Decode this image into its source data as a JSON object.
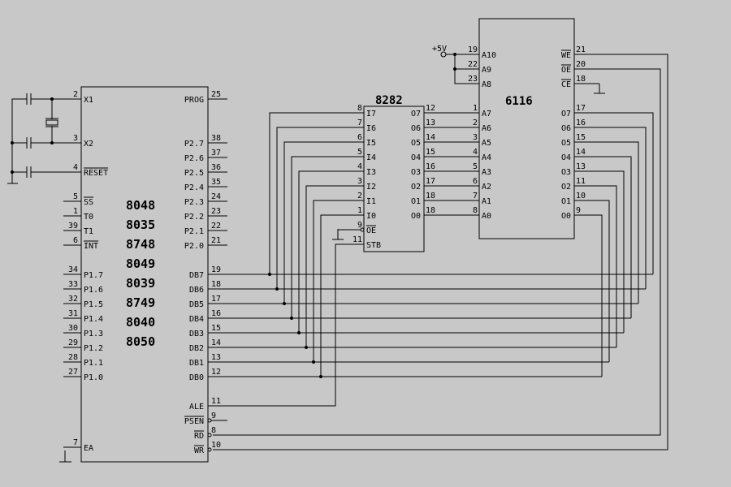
{
  "power_label": "+5V",
  "u8048": {
    "part_numbers": [
      "8048",
      "8035",
      "8748",
      "8049",
      "8039",
      "8749",
      "8040",
      "8050"
    ],
    "left_pins": [
      {
        "num": "2",
        "name": "X1",
        "bar": false
      },
      {
        "num": "3",
        "name": "X2",
        "bar": false
      },
      {
        "num": "4",
        "name": "RESET",
        "bar": true
      },
      {
        "num": "5",
        "name": "SS",
        "bar": true
      },
      {
        "num": "1",
        "name": "T0",
        "bar": false
      },
      {
        "num": "39",
        "name": "T1",
        "bar": false
      },
      {
        "num": "6",
        "name": "INT",
        "bar": true
      },
      {
        "num": "34",
        "name": "P1.7",
        "bar": false
      },
      {
        "num": "33",
        "name": "P1.6",
        "bar": false
      },
      {
        "num": "32",
        "name": "P1.5",
        "bar": false
      },
      {
        "num": "31",
        "name": "P1.4",
        "bar": false
      },
      {
        "num": "30",
        "name": "P1.3",
        "bar": false
      },
      {
        "num": "29",
        "name": "P1.2",
        "bar": false
      },
      {
        "num": "28",
        "name": "P1.1",
        "bar": false
      },
      {
        "num": "27",
        "name": "P1.0",
        "bar": false
      },
      {
        "num": "7",
        "name": "EA",
        "bar": false
      }
    ],
    "right_pins": [
      {
        "num": "25",
        "name": "PROG",
        "bar": false
      },
      {
        "num": "38",
        "name": "P2.7",
        "bar": false
      },
      {
        "num": "37",
        "name": "P2.6",
        "bar": false
      },
      {
        "num": "36",
        "name": "P2.5",
        "bar": false
      },
      {
        "num": "35",
        "name": "P2.4",
        "bar": false
      },
      {
        "num": "24",
        "name": "P2.3",
        "bar": false
      },
      {
        "num": "23",
        "name": "P2.2",
        "bar": false
      },
      {
        "num": "22",
        "name": "P2.1",
        "bar": false
      },
      {
        "num": "21",
        "name": "P2.0",
        "bar": false
      },
      {
        "num": "19",
        "name": "DB7",
        "bar": false
      },
      {
        "num": "18",
        "name": "DB6",
        "bar": false
      },
      {
        "num": "17",
        "name": "DB5",
        "bar": false
      },
      {
        "num": "16",
        "name": "DB4",
        "bar": false
      },
      {
        "num": "15",
        "name": "DB3",
        "bar": false
      },
      {
        "num": "14",
        "name": "DB2",
        "bar": false
      },
      {
        "num": "13",
        "name": "DB1",
        "bar": false
      },
      {
        "num": "12",
        "name": "DB0",
        "bar": false
      },
      {
        "num": "11",
        "name": "ALE",
        "bar": false
      },
      {
        "num": "9",
        "name": "PSEN",
        "bar": true
      },
      {
        "num": "8",
        "name": "RD",
        "bar": true
      },
      {
        "num": "10",
        "name": "WR",
        "bar": true
      }
    ]
  },
  "u8282": {
    "title": "8282",
    "left_pins": [
      {
        "num": "8",
        "name": "I7"
      },
      {
        "num": "7",
        "name": "I6"
      },
      {
        "num": "6",
        "name": "I5"
      },
      {
        "num": "5",
        "name": "I4"
      },
      {
        "num": "4",
        "name": "I3"
      },
      {
        "num": "3",
        "name": "I2"
      },
      {
        "num": "2",
        "name": "I1"
      },
      {
        "num": "1",
        "name": "I0"
      },
      {
        "num": "9",
        "name": "OE"
      },
      {
        "num": "11",
        "name": "STB"
      }
    ],
    "right_pins": [
      {
        "num": "12",
        "name": "O7"
      },
      {
        "num": "13",
        "name": "O6"
      },
      {
        "num": "14",
        "name": "O5"
      },
      {
        "num": "15",
        "name": "O4"
      },
      {
        "num": "16",
        "name": "O3"
      },
      {
        "num": "17",
        "name": "O2"
      },
      {
        "num": "18",
        "name": "O1"
      },
      {
        "num": "18",
        "name": "O0"
      }
    ]
  },
  "u6116": {
    "title": "6116",
    "left_pins": [
      {
        "num": "19",
        "name": "A10"
      },
      {
        "num": "22",
        "name": "A9"
      },
      {
        "num": "23",
        "name": "A8"
      },
      {
        "num": "1",
        "name": "A7"
      },
      {
        "num": "2",
        "name": "A6"
      },
      {
        "num": "3",
        "name": "A5"
      },
      {
        "num": "4",
        "name": "A4"
      },
      {
        "num": "5",
        "name": "A3"
      },
      {
        "num": "6",
        "name": "A2"
      },
      {
        "num": "7",
        "name": "A1"
      },
      {
        "num": "8",
        "name": "A0"
      }
    ],
    "right_pins": [
      {
        "num": "21",
        "name": "WE",
        "bar": true
      },
      {
        "num": "20",
        "name": "OE",
        "bar": true
      },
      {
        "num": "18",
        "name": "CE",
        "bar": true
      },
      {
        "num": "17",
        "name": "O7",
        "bar": false
      },
      {
        "num": "16",
        "name": "O6",
        "bar": false
      },
      {
        "num": "15",
        "name": "O5",
        "bar": false
      },
      {
        "num": "14",
        "name": "O4",
        "bar": false
      },
      {
        "num": "13",
        "name": "O3",
        "bar": false
      },
      {
        "num": "11",
        "name": "O2",
        "bar": false
      },
      {
        "num": "10",
        "name": "O1",
        "bar": false
      },
      {
        "num": "9",
        "name": "O0",
        "bar": false
      }
    ]
  }
}
